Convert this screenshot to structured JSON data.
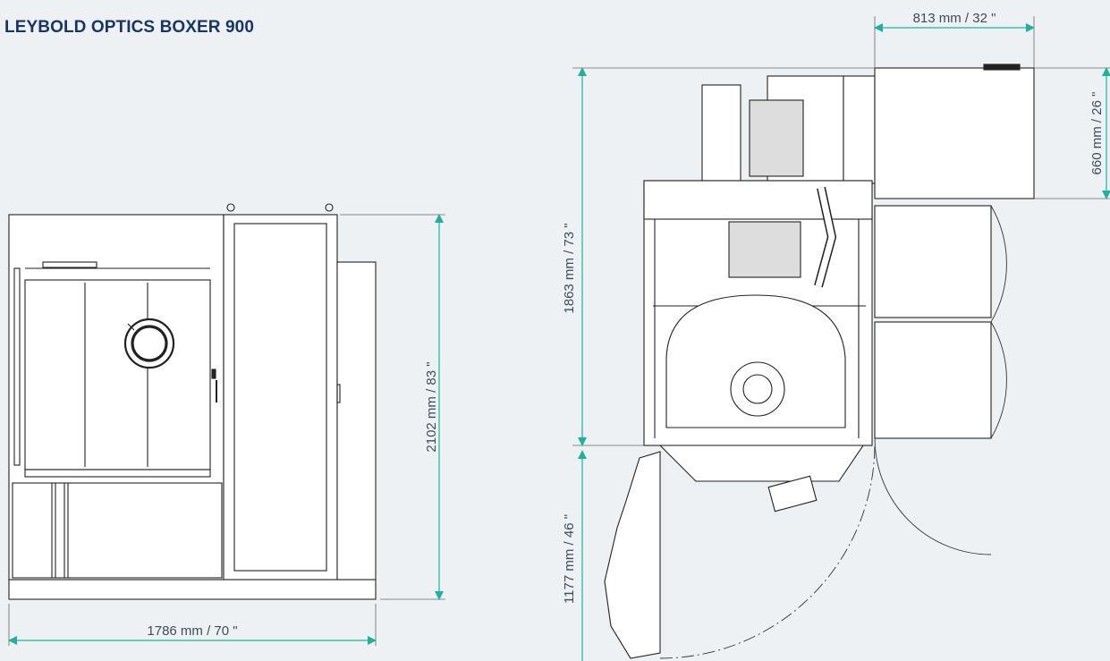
{
  "title": "LEYBOLD OPTICS BOXER 900",
  "dimensions": {
    "width_front": "1786 mm  /  70 \"",
    "height_front": "2102 mm  /  83 \"",
    "depth_top": "1863 mm  /  73 \"",
    "door_swing": "1177 mm  /  46 \"",
    "cabinet_width": "813 mm  /  32 \"",
    "cabinet_depth": "660 mm  /  26 \""
  },
  "colors": {
    "background": "#eef1f4",
    "dimension_line": "#1bb39a",
    "title": "#17356b",
    "drawing": "#222222"
  }
}
